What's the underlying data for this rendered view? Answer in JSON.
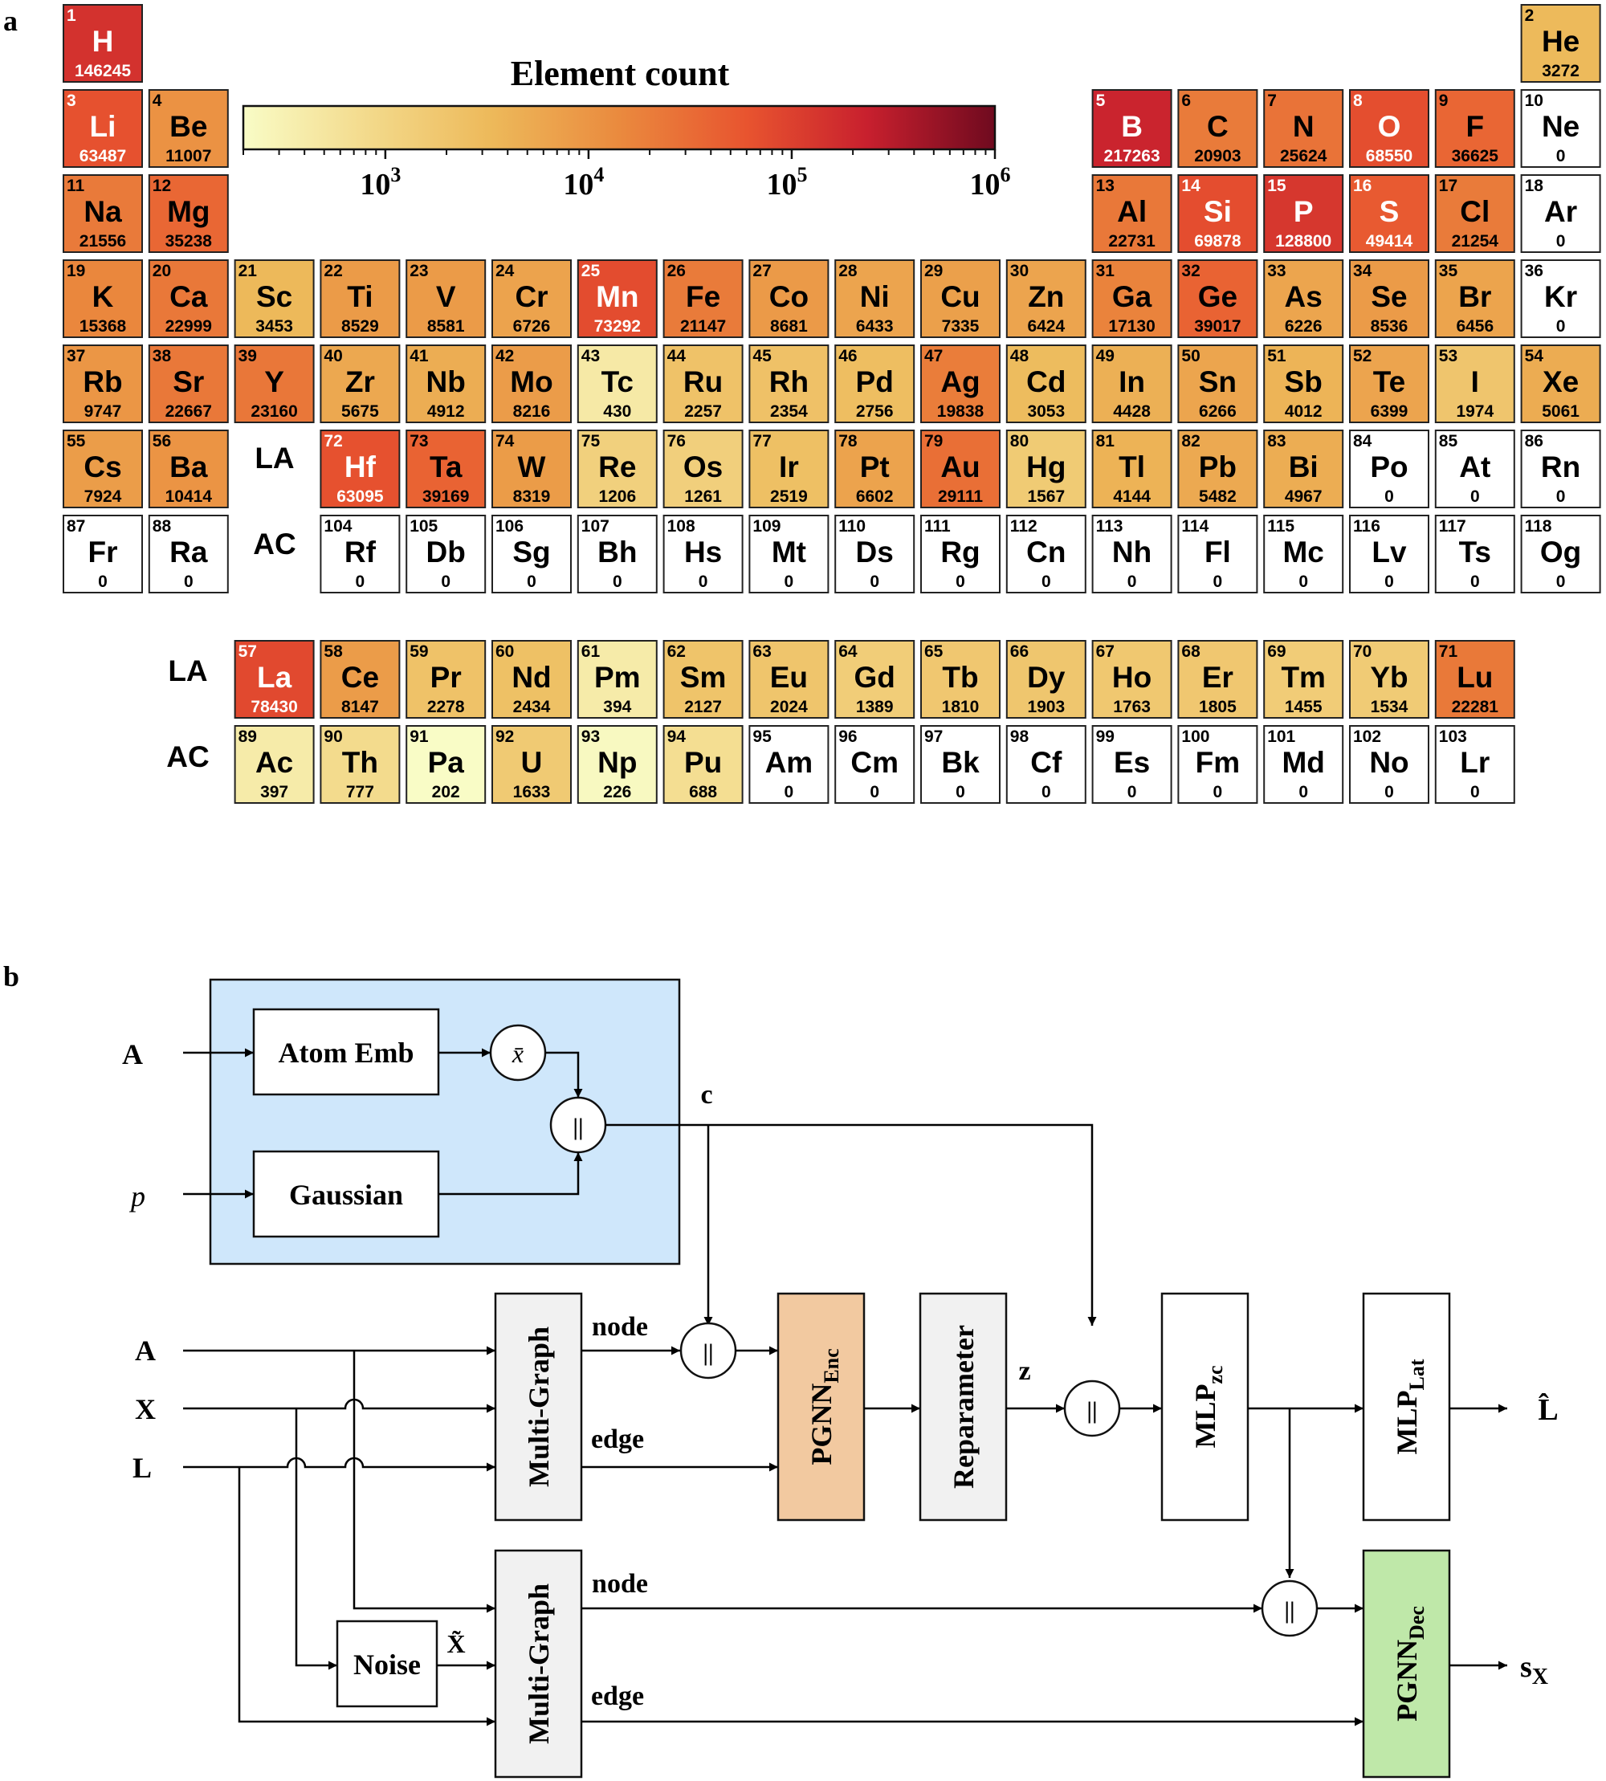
{
  "panel_a": {
    "label": "a",
    "colorbar": {
      "title": "Element count",
      "ticks": [
        {
          "base": "10",
          "exp": "3",
          "value": 1000
        },
        {
          "base": "10",
          "exp": "4",
          "value": 10000
        },
        {
          "base": "10",
          "exp": "5",
          "value": 100000
        },
        {
          "base": "10",
          "exp": "6",
          "value": 1000000
        }
      ],
      "range": [
        200,
        1000000
      ],
      "scale": "log",
      "colors": [
        "#f9fcc6",
        "#f3d98a",
        "#edb95a",
        "#ea8a3e",
        "#e8542f",
        "#c8202e",
        "#6f0a1f"
      ]
    },
    "series_labels": {
      "lanthanides": "LA",
      "actinides": "AC"
    },
    "elements": [
      {
        "n": "1",
        "s": "H",
        "c": 146245,
        "r": 1,
        "g": 1
      },
      {
        "n": "2",
        "s": "He",
        "c": 3272,
        "r": 1,
        "g": 18
      },
      {
        "n": "3",
        "s": "Li",
        "c": 63487,
        "r": 2,
        "g": 1
      },
      {
        "n": "4",
        "s": "Be",
        "c": 11007,
        "r": 2,
        "g": 2
      },
      {
        "n": "5",
        "s": "B",
        "c": 217263,
        "r": 2,
        "g": 13
      },
      {
        "n": "6",
        "s": "C",
        "c": 20903,
        "r": 2,
        "g": 14
      },
      {
        "n": "7",
        "s": "N",
        "c": 25624,
        "r": 2,
        "g": 15
      },
      {
        "n": "8",
        "s": "O",
        "c": 68550,
        "r": 2,
        "g": 16
      },
      {
        "n": "9",
        "s": "F",
        "c": 36625,
        "r": 2,
        "g": 17
      },
      {
        "n": "10",
        "s": "Ne",
        "c": 0,
        "r": 2,
        "g": 18
      },
      {
        "n": "11",
        "s": "Na",
        "c": 21556,
        "r": 3,
        "g": 1
      },
      {
        "n": "12",
        "s": "Mg",
        "c": 35238,
        "r": 3,
        "g": 2
      },
      {
        "n": "13",
        "s": "Al",
        "c": 22731,
        "r": 3,
        "g": 13
      },
      {
        "n": "14",
        "s": "Si",
        "c": 69878,
        "r": 3,
        "g": 14
      },
      {
        "n": "15",
        "s": "P",
        "c": 128800,
        "r": 3,
        "g": 15
      },
      {
        "n": "16",
        "s": "S",
        "c": 49414,
        "r": 3,
        "g": 16
      },
      {
        "n": "17",
        "s": "Cl",
        "c": 21254,
        "r": 3,
        "g": 17
      },
      {
        "n": "18",
        "s": "Ar",
        "c": 0,
        "r": 3,
        "g": 18
      },
      {
        "n": "19",
        "s": "K",
        "c": 15368,
        "r": 4,
        "g": 1
      },
      {
        "n": "20",
        "s": "Ca",
        "c": 22999,
        "r": 4,
        "g": 2
      },
      {
        "n": "21",
        "s": "Sc",
        "c": 3453,
        "r": 4,
        "g": 3
      },
      {
        "n": "22",
        "s": "Ti",
        "c": 8529,
        "r": 4,
        "g": 4
      },
      {
        "n": "23",
        "s": "V",
        "c": 8581,
        "r": 4,
        "g": 5
      },
      {
        "n": "24",
        "s": "Cr",
        "c": 6726,
        "r": 4,
        "g": 6
      },
      {
        "n": "25",
        "s": "Mn",
        "c": 73292,
        "r": 4,
        "g": 7
      },
      {
        "n": "26",
        "s": "Fe",
        "c": 21147,
        "r": 4,
        "g": 8
      },
      {
        "n": "27",
        "s": "Co",
        "c": 8681,
        "r": 4,
        "g": 9
      },
      {
        "n": "28",
        "s": "Ni",
        "c": 6433,
        "r": 4,
        "g": 10
      },
      {
        "n": "29",
        "s": "Cu",
        "c": 7335,
        "r": 4,
        "g": 11
      },
      {
        "n": "30",
        "s": "Zn",
        "c": 6424,
        "r": 4,
        "g": 12
      },
      {
        "n": "31",
        "s": "Ga",
        "c": 17130,
        "r": 4,
        "g": 13
      },
      {
        "n": "32",
        "s": "Ge",
        "c": 39017,
        "r": 4,
        "g": 14
      },
      {
        "n": "33",
        "s": "As",
        "c": 6226,
        "r": 4,
        "g": 15
      },
      {
        "n": "34",
        "s": "Se",
        "c": 8536,
        "r": 4,
        "g": 16
      },
      {
        "n": "35",
        "s": "Br",
        "c": 6456,
        "r": 4,
        "g": 17
      },
      {
        "n": "36",
        "s": "Kr",
        "c": 0,
        "r": 4,
        "g": 18
      },
      {
        "n": "37",
        "s": "Rb",
        "c": 9747,
        "r": 5,
        "g": 1
      },
      {
        "n": "38",
        "s": "Sr",
        "c": 22667,
        "r": 5,
        "g": 2
      },
      {
        "n": "39",
        "s": "Y",
        "c": 23160,
        "r": 5,
        "g": 3
      },
      {
        "n": "40",
        "s": "Zr",
        "c": 5675,
        "r": 5,
        "g": 4
      },
      {
        "n": "41",
        "s": "Nb",
        "c": 4912,
        "r": 5,
        "g": 5
      },
      {
        "n": "42",
        "s": "Mo",
        "c": 8216,
        "r": 5,
        "g": 6
      },
      {
        "n": "43",
        "s": "Tc",
        "c": 430,
        "r": 5,
        "g": 7
      },
      {
        "n": "44",
        "s": "Ru",
        "c": 2257,
        "r": 5,
        "g": 8
      },
      {
        "n": "45",
        "s": "Rh",
        "c": 2354,
        "r": 5,
        "g": 9
      },
      {
        "n": "46",
        "s": "Pd",
        "c": 2756,
        "r": 5,
        "g": 10
      },
      {
        "n": "47",
        "s": "Ag",
        "c": 19838,
        "r": 5,
        "g": 11
      },
      {
        "n": "48",
        "s": "Cd",
        "c": 3053,
        "r": 5,
        "g": 12
      },
      {
        "n": "49",
        "s": "In",
        "c": 4428,
        "r": 5,
        "g": 13
      },
      {
        "n": "50",
        "s": "Sn",
        "c": 6266,
        "r": 5,
        "g": 14
      },
      {
        "n": "51",
        "s": "Sb",
        "c": 4012,
        "r": 5,
        "g": 15
      },
      {
        "n": "52",
        "s": "Te",
        "c": 6399,
        "r": 5,
        "g": 16
      },
      {
        "n": "53",
        "s": "I",
        "c": 1974,
        "r": 5,
        "g": 17
      },
      {
        "n": "54",
        "s": "Xe",
        "c": 5061,
        "r": 5,
        "g": 18
      },
      {
        "n": "55",
        "s": "Cs",
        "c": 7924,
        "r": 6,
        "g": 1
      },
      {
        "n": "56",
        "s": "Ba",
        "c": 10414,
        "r": 6,
        "g": 2
      },
      {
        "n": "72",
        "s": "Hf",
        "c": 63095,
        "r": 6,
        "g": 4
      },
      {
        "n": "73",
        "s": "Ta",
        "c": 39169,
        "r": 6,
        "g": 5
      },
      {
        "n": "74",
        "s": "W",
        "c": 8319,
        "r": 6,
        "g": 6
      },
      {
        "n": "75",
        "s": "Re",
        "c": 1206,
        "r": 6,
        "g": 7
      },
      {
        "n": "76",
        "s": "Os",
        "c": 1261,
        "r": 6,
        "g": 8
      },
      {
        "n": "77",
        "s": "Ir",
        "c": 2519,
        "r": 6,
        "g": 9
      },
      {
        "n": "78",
        "s": "Pt",
        "c": 6602,
        "r": 6,
        "g": 10
      },
      {
        "n": "79",
        "s": "Au",
        "c": 29111,
        "r": 6,
        "g": 11
      },
      {
        "n": "80",
        "s": "Hg",
        "c": 1567,
        "r": 6,
        "g": 12
      },
      {
        "n": "81",
        "s": "Tl",
        "c": 4144,
        "r": 6,
        "g": 13
      },
      {
        "n": "82",
        "s": "Pb",
        "c": 5482,
        "r": 6,
        "g": 14
      },
      {
        "n": "83",
        "s": "Bi",
        "c": 4967,
        "r": 6,
        "g": 15
      },
      {
        "n": "84",
        "s": "Po",
        "c": 0,
        "r": 6,
        "g": 16
      },
      {
        "n": "85",
        "s": "At",
        "c": 0,
        "r": 6,
        "g": 17
      },
      {
        "n": "86",
        "s": "Rn",
        "c": 0,
        "r": 6,
        "g": 18
      },
      {
        "n": "87",
        "s": "Fr",
        "c": 0,
        "r": 7,
        "g": 1
      },
      {
        "n": "88",
        "s": "Ra",
        "c": 0,
        "r": 7,
        "g": 2
      },
      {
        "n": "104",
        "s": "Rf",
        "c": 0,
        "r": 7,
        "g": 4
      },
      {
        "n": "105",
        "s": "Db",
        "c": 0,
        "r": 7,
        "g": 5
      },
      {
        "n": "106",
        "s": "Sg",
        "c": 0,
        "r": 7,
        "g": 6
      },
      {
        "n": "107",
        "s": "Bh",
        "c": 0,
        "r": 7,
        "g": 7
      },
      {
        "n": "108",
        "s": "Hs",
        "c": 0,
        "r": 7,
        "g": 8
      },
      {
        "n": "109",
        "s": "Mt",
        "c": 0,
        "r": 7,
        "g": 9
      },
      {
        "n": "110",
        "s": "Ds",
        "c": 0,
        "r": 7,
        "g": 10
      },
      {
        "n": "111",
        "s": "Rg",
        "c": 0,
        "r": 7,
        "g": 11
      },
      {
        "n": "112",
        "s": "Cn",
        "c": 0,
        "r": 7,
        "g": 12
      },
      {
        "n": "113",
        "s": "Nh",
        "c": 0,
        "r": 7,
        "g": 13
      },
      {
        "n": "114",
        "s": "Fl",
        "c": 0,
        "r": 7,
        "g": 14
      },
      {
        "n": "115",
        "s": "Mc",
        "c": 0,
        "r": 7,
        "g": 15
      },
      {
        "n": "116",
        "s": "Lv",
        "c": 0,
        "r": 7,
        "g": 16
      },
      {
        "n": "117",
        "s": "Ts",
        "c": 0,
        "r": 7,
        "g": 17
      },
      {
        "n": "118",
        "s": "Og",
        "c": 0,
        "r": 7,
        "g": 18
      },
      {
        "n": "57",
        "s": "La",
        "c": 78430,
        "r": 9,
        "g": 3
      },
      {
        "n": "58",
        "s": "Ce",
        "c": 8147,
        "r": 9,
        "g": 4
      },
      {
        "n": "59",
        "s": "Pr",
        "c": 2278,
        "r": 9,
        "g": 5
      },
      {
        "n": "60",
        "s": "Nd",
        "c": 2434,
        "r": 9,
        "g": 6
      },
      {
        "n": "61",
        "s": "Pm",
        "c": 394,
        "r": 9,
        "g": 7
      },
      {
        "n": "62",
        "s": "Sm",
        "c": 2127,
        "r": 9,
        "g": 8
      },
      {
        "n": "63",
        "s": "Eu",
        "c": 2024,
        "r": 9,
        "g": 9
      },
      {
        "n": "64",
        "s": "Gd",
        "c": 1389,
        "r": 9,
        "g": 10
      },
      {
        "n": "65",
        "s": "Tb",
        "c": 1810,
        "r": 9,
        "g": 11
      },
      {
        "n": "66",
        "s": "Dy",
        "c": 1903,
        "r": 9,
        "g": 12
      },
      {
        "n": "67",
        "s": "Ho",
        "c": 1763,
        "r": 9,
        "g": 13
      },
      {
        "n": "68",
        "s": "Er",
        "c": 1805,
        "r": 9,
        "g": 14
      },
      {
        "n": "69",
        "s": "Tm",
        "c": 1455,
        "r": 9,
        "g": 15
      },
      {
        "n": "70",
        "s": "Yb",
        "c": 1534,
        "r": 9,
        "g": 16
      },
      {
        "n": "71",
        "s": "Lu",
        "c": 22281,
        "r": 9,
        "g": 17
      },
      {
        "n": "89",
        "s": "Ac",
        "c": 397,
        "r": 10,
        "g": 3
      },
      {
        "n": "90",
        "s": "Th",
        "c": 777,
        "r": 10,
        "g": 4
      },
      {
        "n": "91",
        "s": "Pa",
        "c": 202,
        "r": 10,
        "g": 5
      },
      {
        "n": "92",
        "s": "U",
        "c": 1633,
        "r": 10,
        "g": 6
      },
      {
        "n": "93",
        "s": "Np",
        "c": 226,
        "r": 10,
        "g": 7
      },
      {
        "n": "94",
        "s": "Pu",
        "c": 688,
        "r": 10,
        "g": 8
      },
      {
        "n": "95",
        "s": "Am",
        "c": 0,
        "r": 10,
        "g": 9
      },
      {
        "n": "96",
        "s": "Cm",
        "c": 0,
        "r": 10,
        "g": 10
      },
      {
        "n": "97",
        "s": "Bk",
        "c": 0,
        "r": 10,
        "g": 11
      },
      {
        "n": "98",
        "s": "Cf",
        "c": 0,
        "r": 10,
        "g": 12
      },
      {
        "n": "99",
        "s": "Es",
        "c": 0,
        "r": 10,
        "g": 13
      },
      {
        "n": "100",
        "s": "Fm",
        "c": 0,
        "r": 10,
        "g": 14
      },
      {
        "n": "101",
        "s": "Md",
        "c": 0,
        "r": 10,
        "g": 15
      },
      {
        "n": "102",
        "s": "No",
        "c": 0,
        "r": 10,
        "g": 16
      },
      {
        "n": "103",
        "s": "Lr",
        "c": 0,
        "r": 10,
        "g": 17
      }
    ]
  },
  "panel_b": {
    "label": "b",
    "colors": {
      "cond_block": "#cfe7fb",
      "encoder": "#f2c9a0",
      "decoder": "#bfe8a9",
      "gray_block": "#f1f1f1"
    },
    "inputs": {
      "A1": "A",
      "p": "p",
      "A2": "A",
      "X": "X",
      "L": "L"
    },
    "blocks": {
      "atom_emb": "Atom Emb",
      "gaussian": "Gaussian",
      "multigraph_top": "Multi-Graph",
      "multigraph_bottom": "Multi-Graph",
      "pgnn_enc": {
        "main": "PGNN",
        "sub": "Enc"
      },
      "reparameter": "Reparameter",
      "mlp_zc": {
        "main": "MLP",
        "sub": "zc"
      },
      "mlp_lat": {
        "main": "MLP",
        "sub": "Lat"
      },
      "pgnn_dec": {
        "main": "PGNN",
        "sub": "Dec"
      },
      "noise": "Noise"
    },
    "operators": {
      "mean": "x̄",
      "concat": "||"
    },
    "edge_labels": {
      "c": "c",
      "z": "z",
      "node_top": "node",
      "edge_top": "edge",
      "node_bottom": "node",
      "edge_bottom": "edge",
      "x_tilde": "X̃"
    },
    "outputs": {
      "L_hat": "L̂",
      "s_main": "s",
      "s_sub": "X"
    }
  }
}
